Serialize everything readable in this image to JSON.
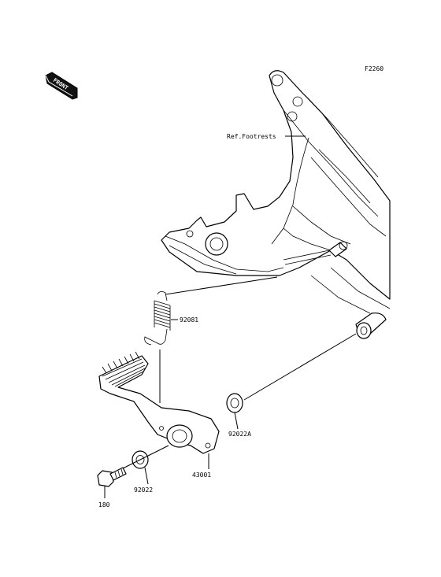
{
  "figure_code": "F2260",
  "front_badge": "FRONT",
  "labels": {
    "ref_footrests": "Ref.Footrests",
    "spring": "92081",
    "washer_a": "92022A",
    "pedal": "43001",
    "washer": "92022",
    "bolt": "180"
  }
}
